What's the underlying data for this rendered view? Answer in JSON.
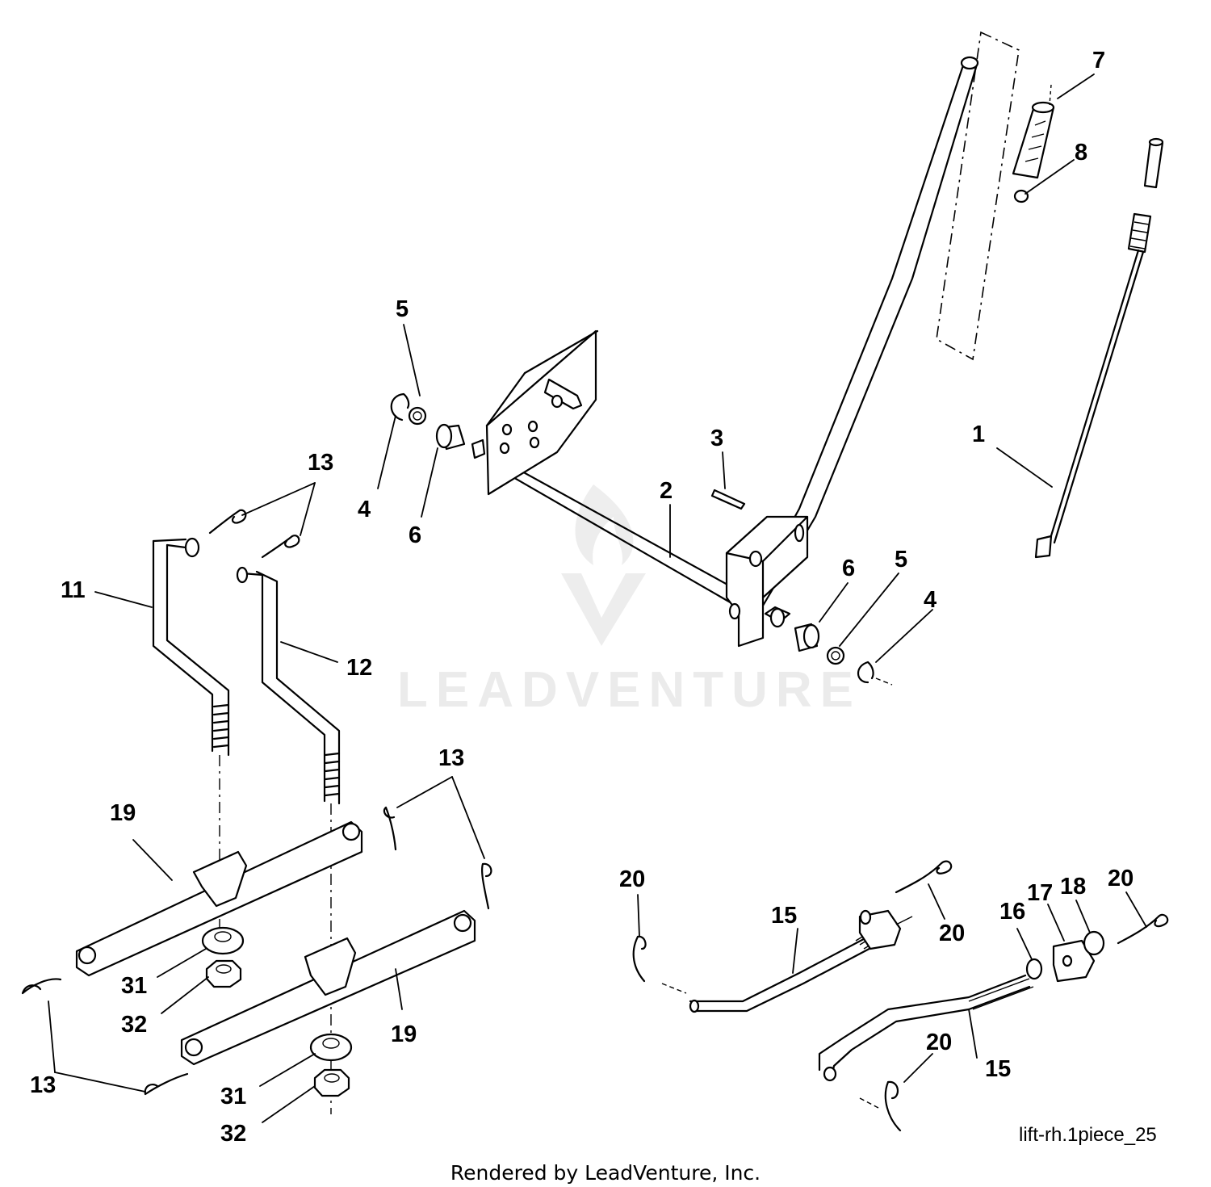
{
  "diagram": {
    "drawing_id": "lift-rh.1piece_25",
    "footer": "Rendered by LeadVenture, Inc.",
    "watermark": "LEADVENTURE",
    "callouts": {
      "c1": "1",
      "c2": "2",
      "c3": "3",
      "c4a": "4",
      "c4b": "4",
      "c5a": "5",
      "c5b": "5",
      "c6a": "6",
      "c6b": "6",
      "c7": "7",
      "c8": "8",
      "c11": "11",
      "c12": "12",
      "c13a": "13",
      "c13b": "13",
      "c13c": "13",
      "c15a": "15",
      "c15b": "15",
      "c16": "16",
      "c17": "17",
      "c18": "18",
      "c19a": "19",
      "c19b": "19",
      "c20a": "20",
      "c20b": "20",
      "c20c": "20",
      "c20d": "20",
      "c31a": "31",
      "c31b": "31",
      "c32a": "32",
      "c32b": "32"
    }
  }
}
